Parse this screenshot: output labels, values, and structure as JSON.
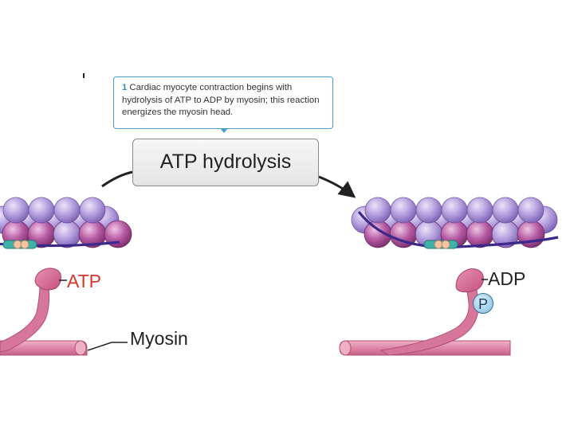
{
  "callout": {
    "number": "1",
    "text": "Cardiac myocyte contraction begins with hydrolysis of ATP to ADP by myosin; this reaction energizes the myosin head."
  },
  "step_label": "ATP hydrolysis",
  "labels": {
    "atp": "ATP",
    "myosin": "Myosin",
    "adp": "ADP",
    "phosphate": "P"
  },
  "colors": {
    "actin_purple": "#a98fd2",
    "actin_magenta": "#b0579e",
    "myosin_pink": "#d66c96",
    "atp_red": "#d9352a",
    "callout_border": "#4a9ccc",
    "phosphate_blue": "#7fbde3"
  }
}
